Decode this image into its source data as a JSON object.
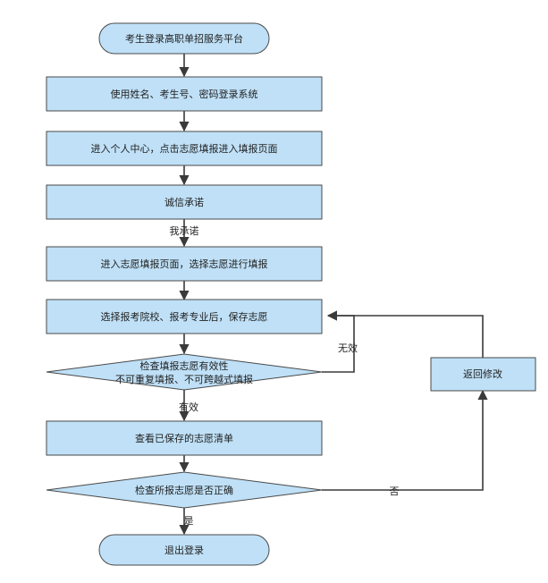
{
  "colors": {
    "node_fill": "#bfe0f7",
    "stroke": "#4a4a4a",
    "edge": "#3a3a3a"
  },
  "nodes": {
    "start": "考生登录高职单招服务平台",
    "login": "使用姓名、考生号、密码登录系统",
    "center": "进入个人中心，点击志愿填报进入填报页面",
    "promise": "诚信承诺",
    "fillpage": "进入志愿填报页面，选择志愿进行填报",
    "select": "选择报考院校、报考专业后，保存志愿",
    "check1_line1": "检查填报志愿有效性",
    "check1_line2": "不可重复填报、不可跨越式填报",
    "list": "查看已保存的志愿清单",
    "check2": "检查所报志愿是否正确",
    "modify": "返回修改",
    "end": "退出登录"
  },
  "edge_labels": {
    "promise_yes": "我承诺",
    "invalid": "无效",
    "valid": "有效",
    "no": "否",
    "yes": "是"
  }
}
